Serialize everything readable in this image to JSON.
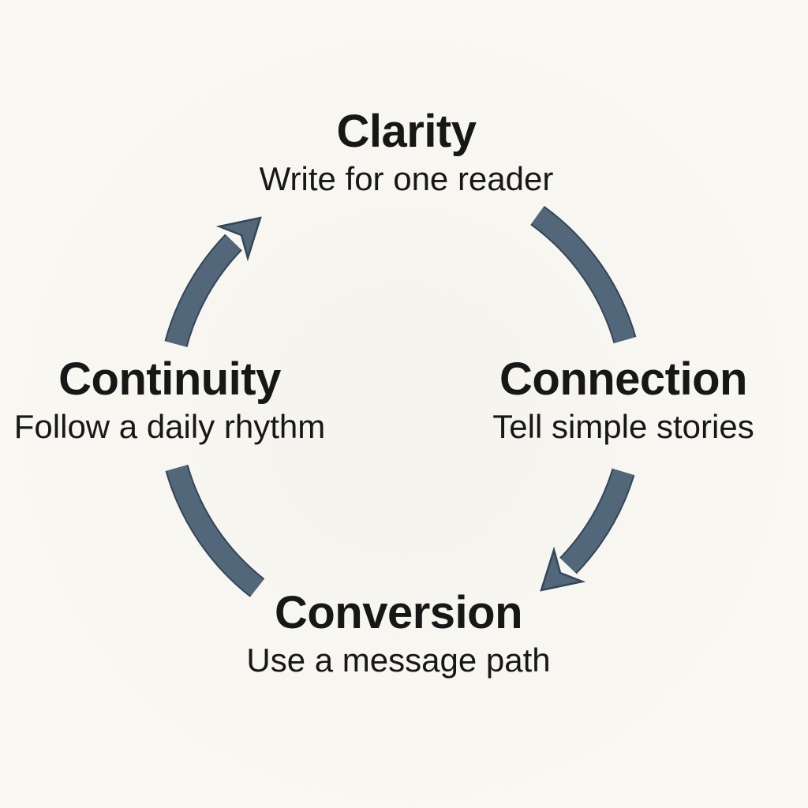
{
  "diagram": {
    "type": "cycle",
    "direction": "clockwise",
    "background_color": "#faf8f2",
    "arrow_color": "#53677b",
    "arrow_outline_color": "#334559",
    "text_color": "#171717",
    "nodes": [
      {
        "position": "top",
        "title": "Clarity",
        "subtitle": "Write for one reader"
      },
      {
        "position": "right",
        "title": "Connection",
        "subtitle": "Tell simple stories"
      },
      {
        "position": "bottom",
        "title": "Conversion",
        "subtitle": "Use a message path"
      },
      {
        "position": "left",
        "title": "Continuity",
        "subtitle": "Follow a daily rhythm"
      }
    ],
    "arrows": [
      {
        "from": "Continuity",
        "to": "Clarity",
        "arrowhead": true
      },
      {
        "from": "Clarity",
        "to": "Connection",
        "arrowhead": false
      },
      {
        "from": "Connection",
        "to": "Conversion",
        "arrowhead": true
      },
      {
        "from": "Conversion",
        "to": "Continuity",
        "arrowhead": false
      }
    ]
  }
}
